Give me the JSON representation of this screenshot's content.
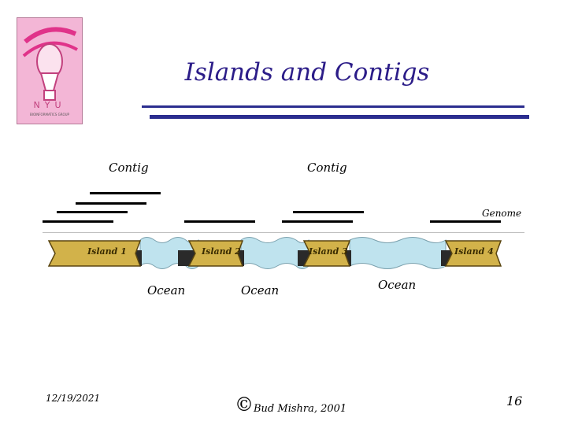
{
  "slide": {
    "title": "Islands and Contigs",
    "date": "12/19/2021",
    "copyright_symbol": "©",
    "credit": "Bud Mishra, 2001",
    "page_number": "16"
  },
  "logo": {
    "text_main": "NYU",
    "text_sub": "BIOINFORMATICS GROUP"
  },
  "diagram": {
    "contig_labels": [
      "Contig",
      "Contig"
    ],
    "genome_label": "Genome",
    "islands": [
      "Island 1",
      "Island 2",
      "Island 3",
      "Island 4"
    ],
    "ocean_labels": [
      "Ocean",
      "Ocean",
      "Ocean"
    ]
  },
  "colors": {
    "title": "#2b1c88",
    "rule": "#2b2d8f",
    "logo_bg": "#f3b6d6",
    "island_fill": "#d2b24a",
    "ocean_fill": "#bfe3ee"
  }
}
